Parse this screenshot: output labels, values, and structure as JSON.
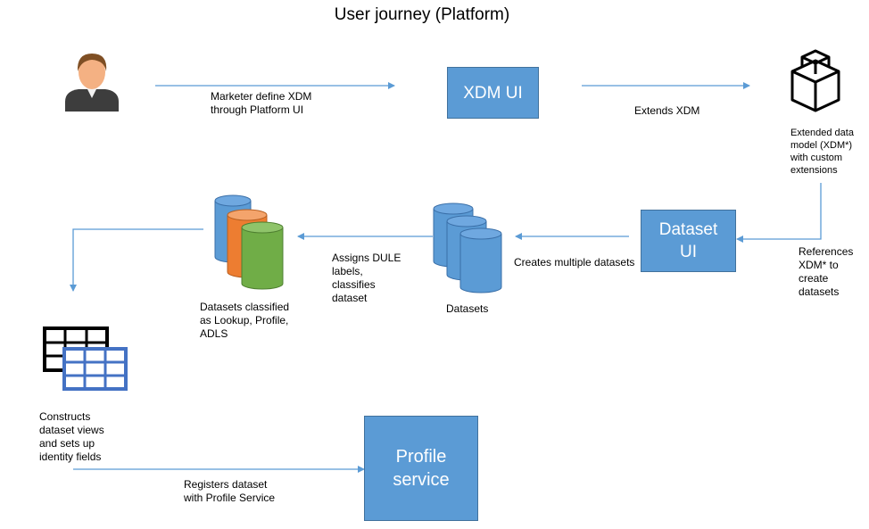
{
  "title": "User journey (Platform)",
  "nodes": {
    "xdm_ui": "XDM UI",
    "dataset_ui": "Dataset\nUI",
    "profile_service": "Profile\nservice"
  },
  "labels": {
    "marketer_define": "Marketer define XDM\nthrough Platform UI",
    "extends_xdm": "Extends XDM",
    "extended_model": "Extended data\nmodel (XDM*)\nwith custom\nextensions",
    "references_xdm": "References\nXDM* to\ncreate\ndatasets",
    "creates_datasets": "Creates multiple datasets",
    "datasets": "Datasets",
    "assigns_dule": "Assigns DULE\nlabels,\nclassifies\ndataset",
    "datasets_classified": "Datasets classified\nas Lookup, Profile,\nADLS",
    "constructs_views": "Constructs\ndataset views\nand sets up\nidentity fields",
    "registers_dataset": "Registers dataset\nwith Profile Service"
  },
  "icons": {
    "user": "user-avatar-icon",
    "cube": "cube-icon",
    "datasets_stack": "database-stack-icon",
    "classified_stack": "classified-database-icon",
    "tables": "table-views-icon"
  },
  "colors": {
    "box_fill": "#5b9bd5",
    "arrow": "#5b9bd5",
    "cyl_blue": "#5b9bd5",
    "cyl_orange": "#ed7d31",
    "cyl_green": "#70ad47"
  }
}
